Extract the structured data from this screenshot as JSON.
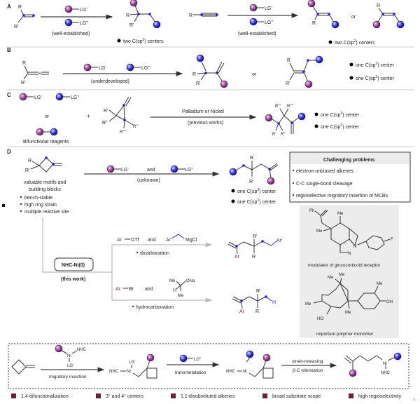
{
  "panels": {
    "A": {
      "label": "A",
      "reagent1": "LG'",
      "reagent2": "LG\"",
      "condition1": "(well-established)",
      "condition2": "(well-established)",
      "result1": "two C(sp",
      "result1_sup": "3",
      "result1_tail": ") centers",
      "result2": "two C(sp",
      "result2_sup": "2",
      "result2_tail": ") centers",
      "or": "or",
      "R": "R",
      "Rp": "R'"
    },
    "B": {
      "label": "B",
      "reagent1": "LG'",
      "reagent2": "LG\"",
      "condition": "(underdeveloped)",
      "or": "or",
      "bullet1_pre": "one C(sp",
      "bullet1_sup": "2",
      "bullet1_tail": ") center",
      "bullet2_pre": "one C(sp",
      "bullet2_sup": "3",
      "bullet2_tail": ") center"
    },
    "C": {
      "label": "C",
      "reagent1": "LG'",
      "reagent2": "LG\"",
      "or": "or",
      "plus": "+",
      "bifunctional": "Bifunctional reagents",
      "condition_top": "Palladium or Nickel",
      "condition_bottom": "(previous works)",
      "bullet1_pre": "one C(sp",
      "bullet1_sup": "3",
      "bullet1_tail": ") center",
      "bullet2_pre": "one C(sp",
      "bullet2_sup": "2",
      "bullet2_tail": ") center"
    },
    "D": {
      "label": "D",
      "motif_caption1": "valuable motifs and",
      "motif_caption2": "building blocks",
      "features": [
        "bench-stable",
        "high ring strain",
        "multiple reactive site"
      ],
      "reagent1": "LG'",
      "and": "and",
      "reagent2": "LG\"",
      "condition": "(unknown)",
      "bullet1_pre": "one C(sp",
      "bullet1_sup": "3",
      "bullet1_tail": ") center",
      "bullet2_pre": "one C(sp",
      "bullet2_sup": "2",
      "bullet2_tail": ") center",
      "challenges_title": "Challenging problems",
      "challenges": [
        "electron-unbiased alkenes",
        "C-C single-bond cleavage",
        "regioselective migratory insertion of MCBs"
      ],
      "catalyst": "NHC-Ni(0)",
      "this_work": "(this work)",
      "dicarb": {
        "ar": "Ar",
        "otf": "OTf",
        "and": "and",
        "ar2": "Ar",
        "mgcl": "MgCl",
        "label": "dicarbonation"
      },
      "hydrocarb": {
        "ar": "Ar",
        "br": "Br",
        "and": "and",
        "me": "Me",
        "ona": "ONa",
        "h": "H",
        "label": "hydrocarbonation"
      },
      "molecule1_caption": "modulator of glucocorticoid receptor",
      "molecule2_caption": "important polymer monomer"
    }
  },
  "mechanism": {
    "step1_label": "migratory insertion",
    "step2_label": "transmetalation",
    "step3_label_top": "strain-releasing",
    "step3_label_bottom": "β-C elimination",
    "ni": "Ni",
    "nhc": "NHC",
    "lg1": "LG'",
    "lg2": "LG\""
  },
  "features_bar": [
    "1,4-difunctionalization",
    "3° and 4° centers",
    "1,1-disubstituted alkenes",
    "broad substrate scope",
    "high regioselectivity"
  ],
  "colors": {
    "purple_ball": "#8e3a8e",
    "blue_ball": "#2a2ae0",
    "highlight_dot": "#1a1aff",
    "ar_color": "#8b2252",
    "feature_square": "#7a1a3a",
    "box_bg": "#ececec"
  }
}
